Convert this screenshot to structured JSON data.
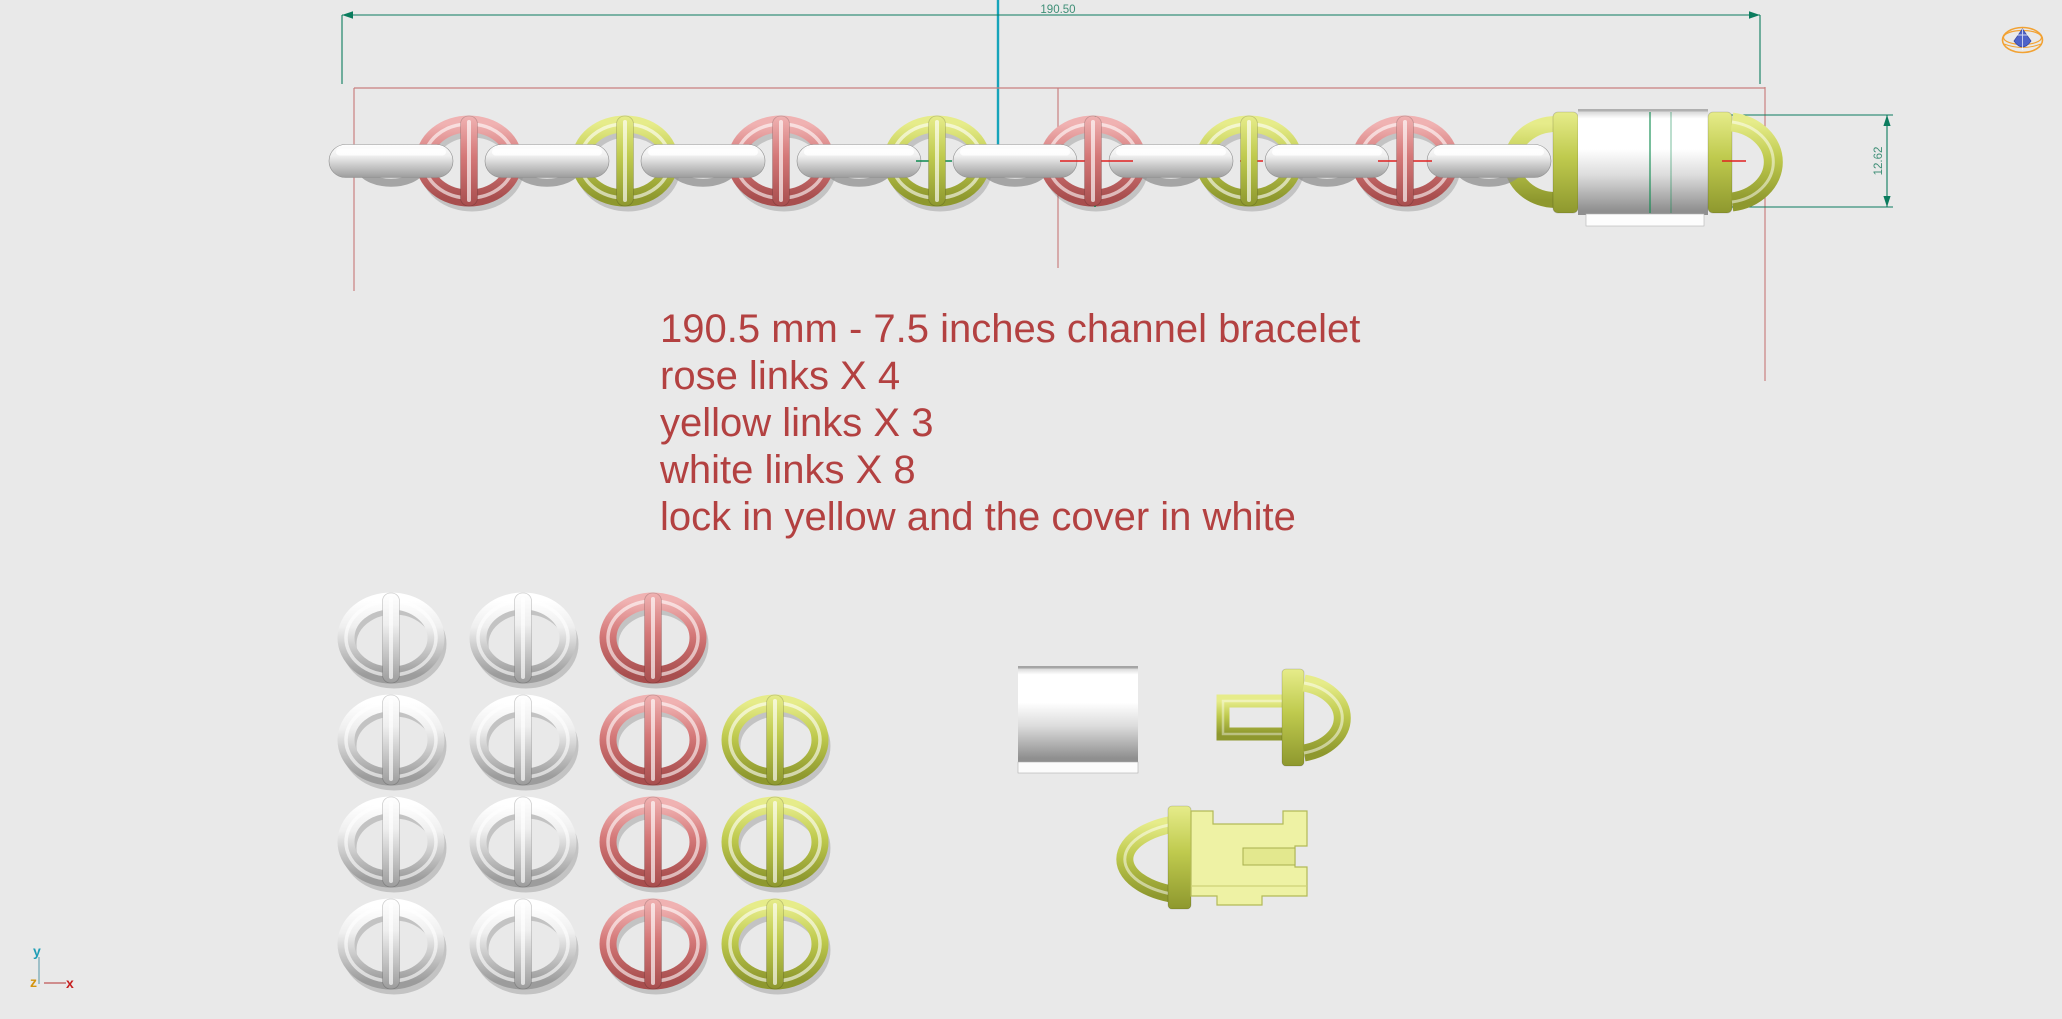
{
  "window": {
    "background": "#e9e9e9",
    "type": "jewelry-cad-viewport"
  },
  "logo": {
    "name": "jewelry-cad-logo",
    "ring_color": "#f2a233",
    "gem_color": "#4f63c8"
  },
  "dimensions": {
    "overall_length": "190.50",
    "clasp_height": "12.62",
    "line_color": "#0b7c5e",
    "label_color": "#3f8f77"
  },
  "annotations": {
    "color": "#b34141",
    "notes": [
      "190.5 mm - 7.5 inches channel bracelet",
      "rose links X 4",
      "yellow links X 3",
      "white links X 8",
      "lock in yellow and the cover in white"
    ]
  },
  "chain": {
    "mariner_links": [
      "rose",
      "yellow",
      "rose",
      "yellow",
      "rose",
      "yellow",
      "rose"
    ],
    "white_link_count": 8,
    "clasp": {
      "lock_color": "yellow",
      "cover_color": "white"
    }
  },
  "parts_grid": {
    "rows": [
      [
        "white",
        "white",
        "rose"
      ],
      [
        "white",
        "white",
        "rose",
        "yellow"
      ],
      [
        "white",
        "white",
        "rose",
        "yellow"
      ],
      [
        "white",
        "white",
        "rose",
        "yellow"
      ]
    ]
  },
  "axis": {
    "x": "x",
    "y": "y",
    "z": "z"
  },
  "colors": {
    "rose_light": "#f0b2b2",
    "rose": "#d47878",
    "rose_dark": "#a84e4e",
    "yellow_light": "#e6ec8a",
    "yellow": "#bfca4e",
    "yellow_dark": "#8e982e",
    "white_light": "#ffffff",
    "white_mid": "#efefef",
    "white_dark": "#9c9c9c",
    "cyl_top": "#c9c9c9",
    "cyl_hi": "#ffffff",
    "cyl_lo": "#8f8f8f",
    "pale_body": "#eef2a4",
    "projection_pink": "#c98080",
    "teal_line": "#16a4ba",
    "tick_red": "#e02020",
    "tick_green": "#0e8a50",
    "axis_y": "#1f9eb6",
    "axis_z": "#d4940f",
    "axis_x": "#c61f1f"
  }
}
